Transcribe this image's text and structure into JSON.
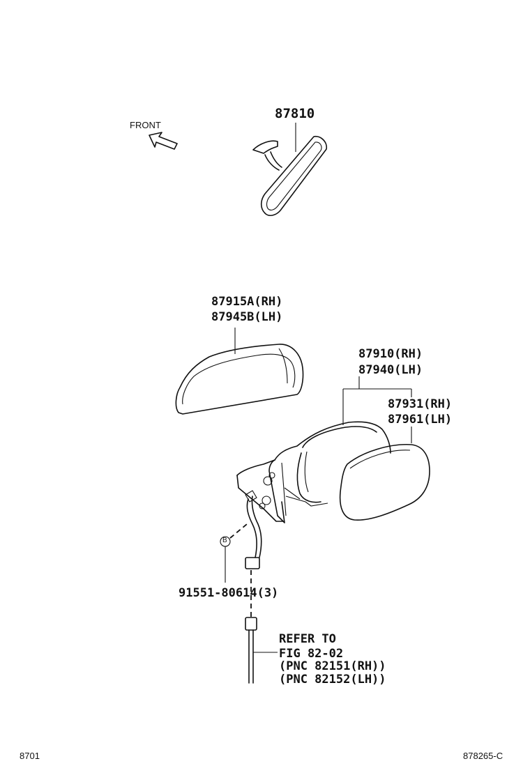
{
  "labels": {
    "front": "FRONT",
    "inner_mirror": "87810",
    "cover_rh": "87915A(RH)",
    "cover_lh": "87945B(LH)",
    "mirror_assy_rh": "87910(RH)",
    "mirror_assy_lh": "87940(LH)",
    "glass_rh": "87931(RH)",
    "glass_lh": "87961(LH)",
    "bolt_ref": "B",
    "bolt": "91551-80614(3)",
    "refer_1": "REFER TO",
    "refer_2": "FIG 82-02",
    "refer_3": "(PNC 82151(RH))",
    "refer_4": "(PNC 82152(LH))",
    "page_code": "8701",
    "figure_code": "878265-C"
  }
}
